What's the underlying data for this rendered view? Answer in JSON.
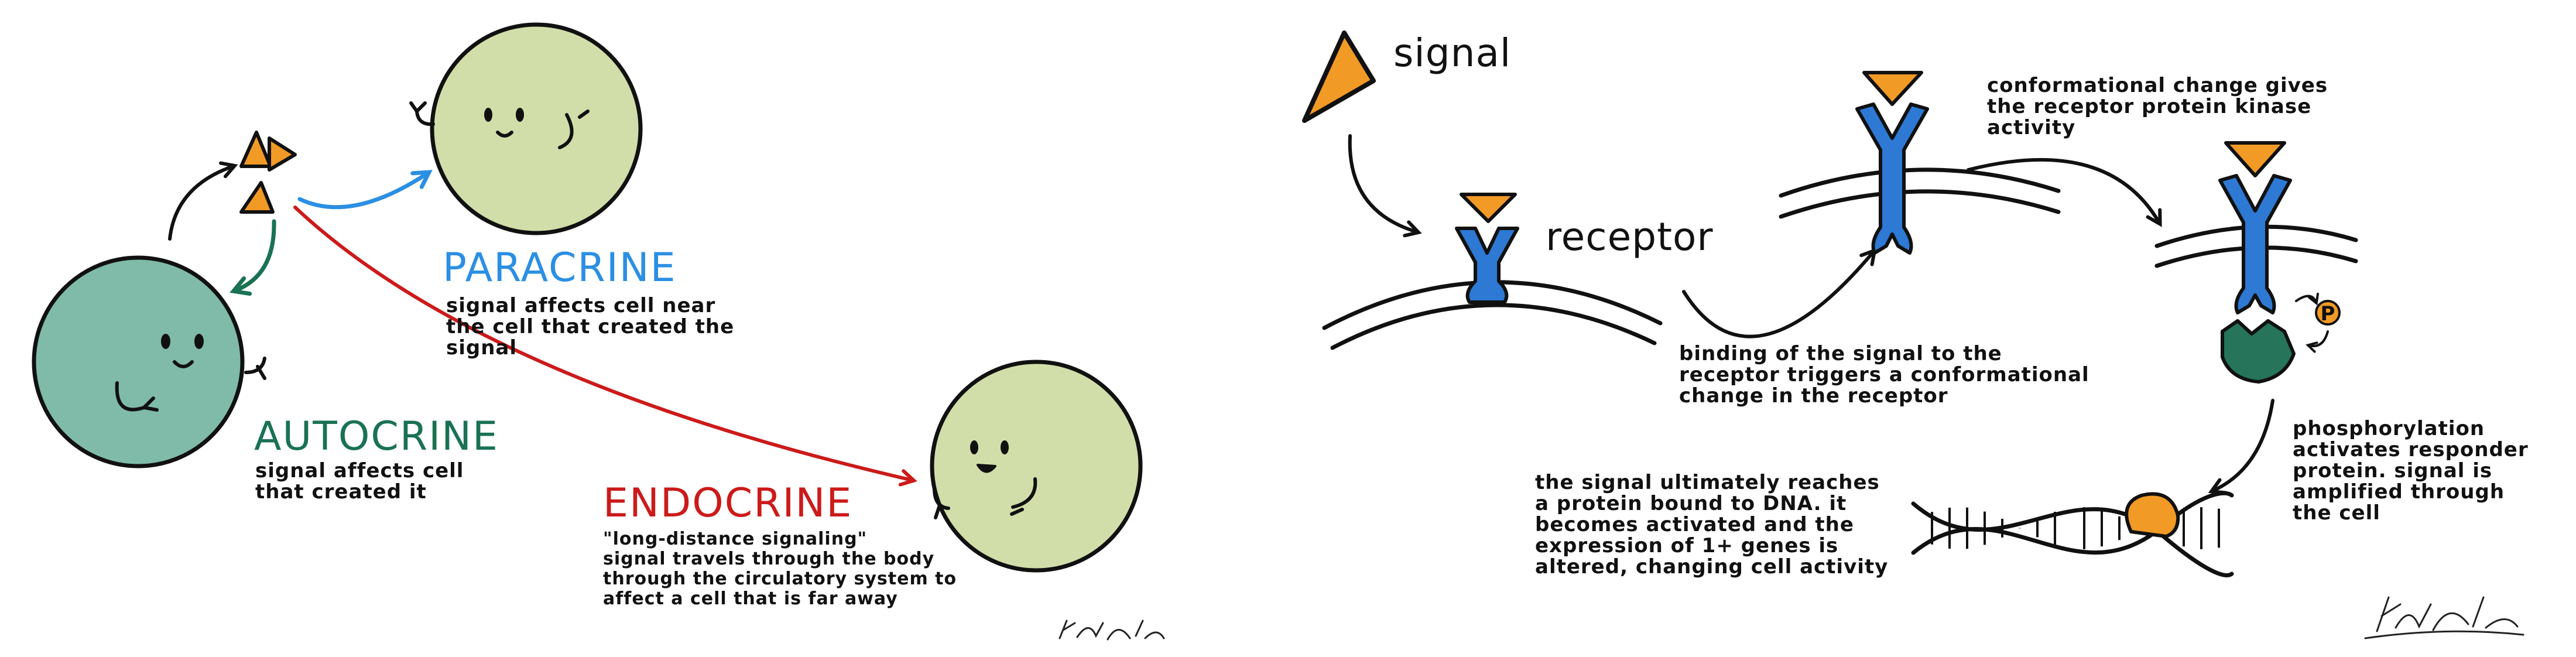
{
  "colors": {
    "autocrine": "#1a7252",
    "paracrine": "#2b8fe3",
    "endocrine": "#cc1a1a",
    "cell_teal": "#7fbba8",
    "cell_light": "#d2deaa",
    "signal_orange": "#f19a25",
    "receptor_blue": "#2d79d3",
    "responder_green": "#26745a",
    "outline": "#111111"
  },
  "left_panel": {
    "paracrine": {
      "title": "PARACRINE",
      "description": "signal affects cell near\nthe cell that created the\n    signal"
    },
    "autocrine": {
      "title": "AUTOCRINE",
      "description": "signal affects cell\nthat created it"
    },
    "endocrine": {
      "title": "ENDOCRINE",
      "description": "\"long-distance signaling\"\nsignal travels through the body\nthrough the circulatory system to\naffect a cell that is far away"
    },
    "signature": "Kal Hollis"
  },
  "right_panel": {
    "signal_label": "signal",
    "receptor_label": "receptor",
    "binding_text": "binding of the signal to the\nreceptor triggers a conformational\nchange in the receptor",
    "conformational_text": "conformational change gives\nthe receptor protein kinase\nactivity",
    "phospho_label": "P",
    "phosphorylation_text": "phosphorylation\nactivates responder\nprotein. signal is\namplified through\nthe cell",
    "dna_text": "the signal ultimately reaches\na protein bound to DNA. it\nbecomes activated and the\nexpression of 1+ genes is\naltered, changing cell activity",
    "signature": "Kal Hollis"
  }
}
